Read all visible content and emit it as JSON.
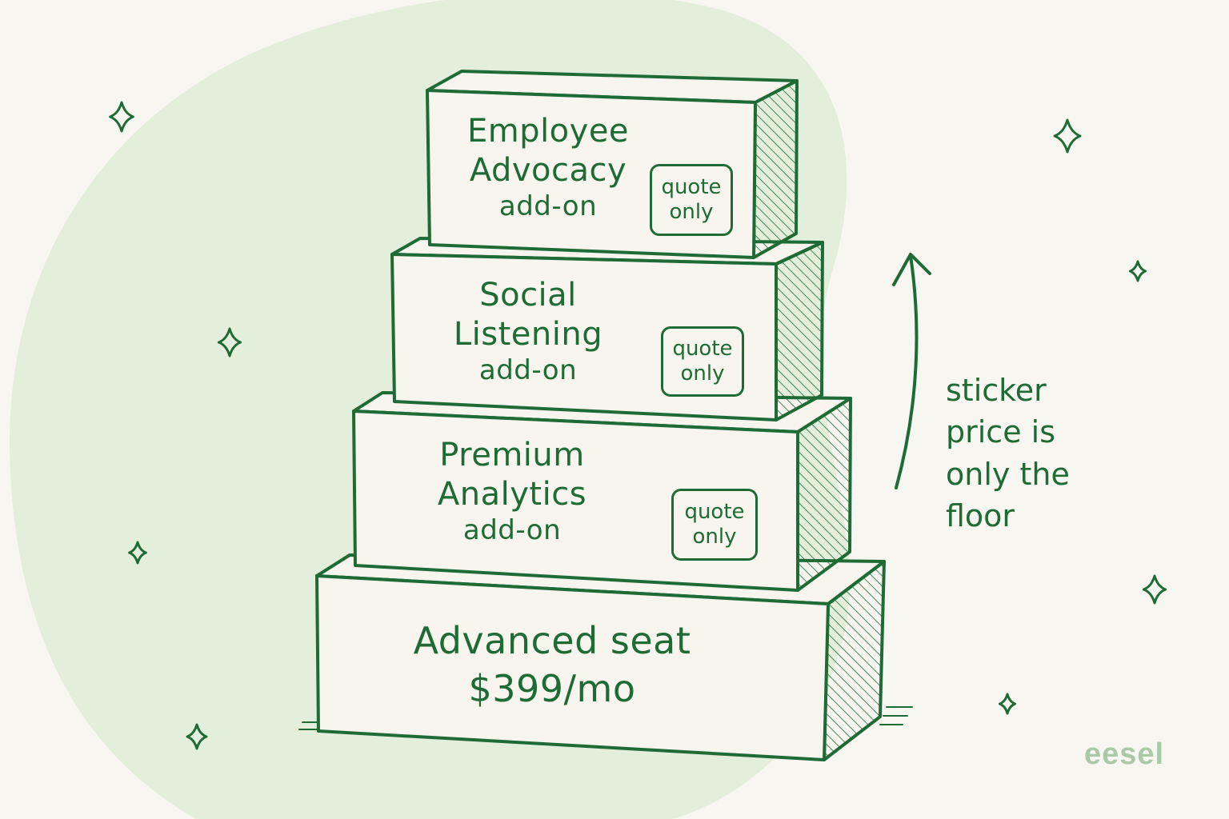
{
  "colors": {
    "ink": "#1f6b36",
    "blob": "#e3eedb",
    "background": "#f8f6f0",
    "logo": "#a9c9a8"
  },
  "layers": [
    {
      "title": [
        "Advanced seat",
        "$399/mo"
      ],
      "badge": null
    },
    {
      "title": [
        "Premium",
        "Analytics",
        "add-on"
      ],
      "badge": [
        "quote",
        "only"
      ]
    },
    {
      "title": [
        "Social",
        "Listening",
        "add-on"
      ],
      "badge": [
        "quote",
        "only"
      ]
    },
    {
      "title": [
        "Employee",
        "Advocacy",
        "add-on"
      ],
      "badge": [
        "quote",
        "only"
      ]
    }
  ],
  "annotation": {
    "lines": [
      "sticker",
      "price is",
      "only the",
      "floor"
    ],
    "arrow_icon": "curved-up-arrow-icon"
  },
  "decorations": {
    "icon": "sparkle-icon"
  },
  "brand": {
    "logo_text": "eesel"
  }
}
